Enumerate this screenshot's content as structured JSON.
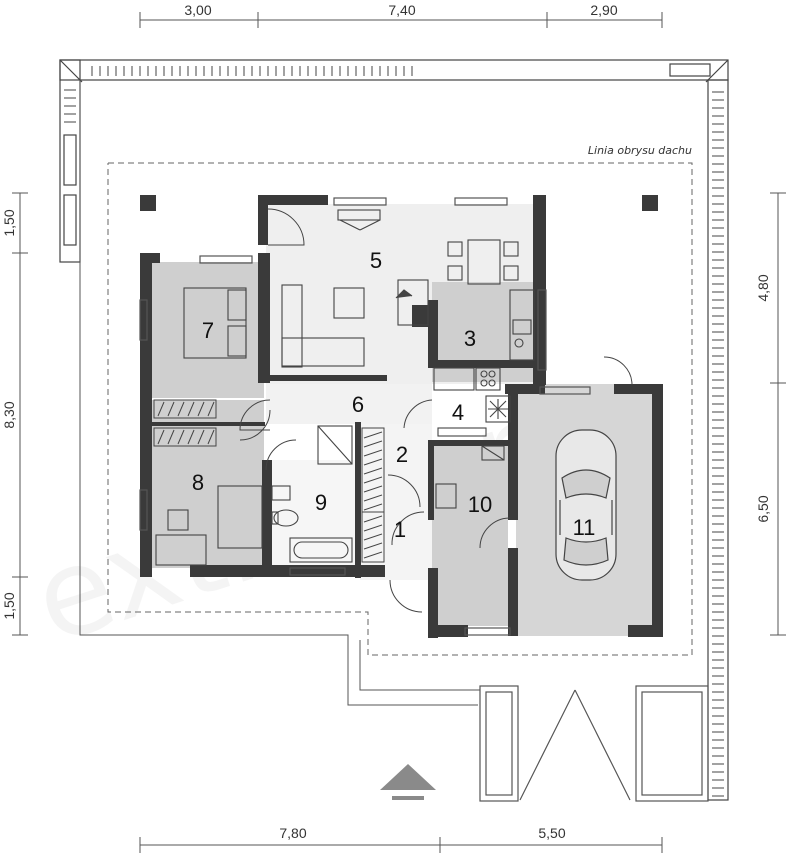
{
  "dimensions": {
    "top": [
      "3,00",
      "7,40",
      "2,90"
    ],
    "bottom": [
      "7,80",
      "5,50"
    ],
    "left": [
      "1,50",
      "8,30",
      "1,50"
    ],
    "right": [
      "4,80",
      "6,50"
    ]
  },
  "roof_outline_label": "Linia obrysu dachu",
  "watermark": "extradom",
  "rooms": [
    "1",
    "2",
    "3",
    "4",
    "5",
    "6",
    "7",
    "8",
    "9",
    "10",
    "11"
  ],
  "colors": {
    "wall": "#3a3a3a",
    "room_light": "#efefef",
    "room_gray": "#cfcfcf",
    "garage": "#d6d6d6",
    "line": "#555555"
  }
}
